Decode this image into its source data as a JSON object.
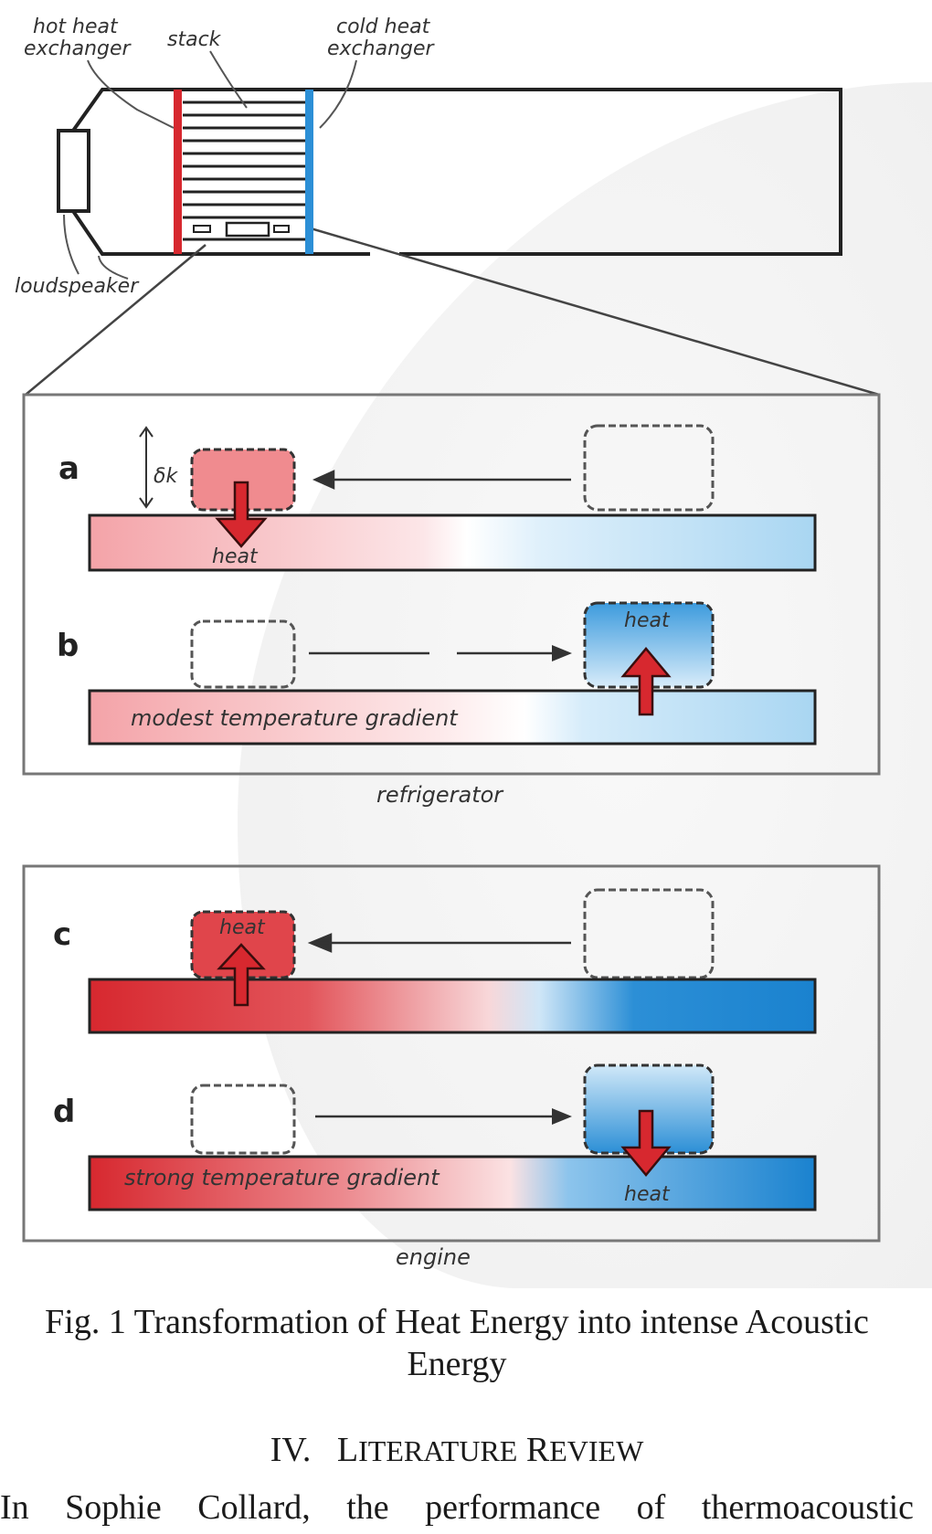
{
  "figure": {
    "labels": {
      "hot_heat_exchanger": [
        "hot heat",
        "exchanger"
      ],
      "stack": "stack",
      "cold_heat_exchanger": [
        "cold heat",
        "exchanger"
      ],
      "loudspeaker": "loudspeaker",
      "delta_k": "δk",
      "panel_a": "a",
      "panel_b": "b",
      "panel_c": "c",
      "panel_d": "d",
      "heat": "heat",
      "modest_gradient": "modest temperature gradient",
      "strong_gradient": "strong temperature gradient",
      "refrigerator": "refrigerator",
      "engine": "engine"
    },
    "colors": {
      "hot": "#d7282f",
      "cold": "#2c8fd6",
      "hot_light": "#f4a3a8",
      "cold_light": "#a9d6f2",
      "line": "#222222"
    }
  },
  "caption": {
    "line1": "Fig. 1 Transformation of Heat Energy into intense Acoustic",
    "line2": "Energy"
  },
  "section": {
    "number": "IV.",
    "first_letter_1": "L",
    "rest_1": "ITERATURE",
    "first_letter_2": "R",
    "rest_2": "EVIEW"
  },
  "body_text": "In Sophie Collard, the performance of thermoacoustic"
}
